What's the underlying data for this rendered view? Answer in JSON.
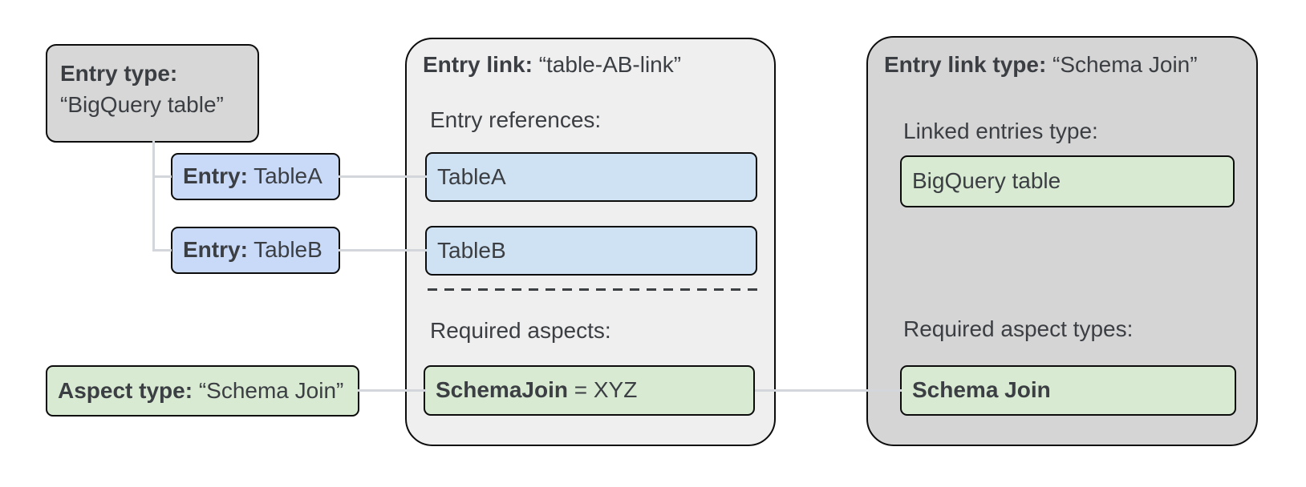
{
  "colors": {
    "background": "#ffffff",
    "text": "#3b3e42",
    "border": "#0c0c0c",
    "connector": "#d3d6da",
    "dash": "#3c4043",
    "gray_box": "#d7d7d7",
    "gray_panel": "#d5d5d5",
    "light_panel": "#efefef",
    "blue_entry": "#c9daf8",
    "blue_reference": "#cfe2f3",
    "green_aspect": "#d9ead3"
  },
  "left_column": {
    "entry_type": {
      "bold": "Entry type:",
      "rest": "“BigQuery table”"
    },
    "entry_a": {
      "bold": "Entry:",
      "rest": " TableA"
    },
    "entry_b": {
      "bold": "Entry:",
      "rest": " TableB"
    },
    "aspect_type": {
      "bold": "Aspect type:",
      "rest": " “Schema Join”"
    }
  },
  "entry_link_panel": {
    "title_bold": "Entry link:",
    "title_rest": " “table-AB-link”",
    "references_label": "Entry references:",
    "reference_items": [
      "TableA",
      "TableB"
    ],
    "aspects_label": "Required aspects:",
    "aspect_bold": "SchemaJoin",
    "aspect_rest": " = XYZ"
  },
  "entry_link_type_panel": {
    "title_bold": "Entry link type:",
    "title_rest": " “Schema Join”",
    "linked_entries_label": "Linked entries type:",
    "linked_entries_value": "BigQuery table",
    "required_aspects_label": "Required aspect types:",
    "required_aspects_value": "Schema Join"
  }
}
